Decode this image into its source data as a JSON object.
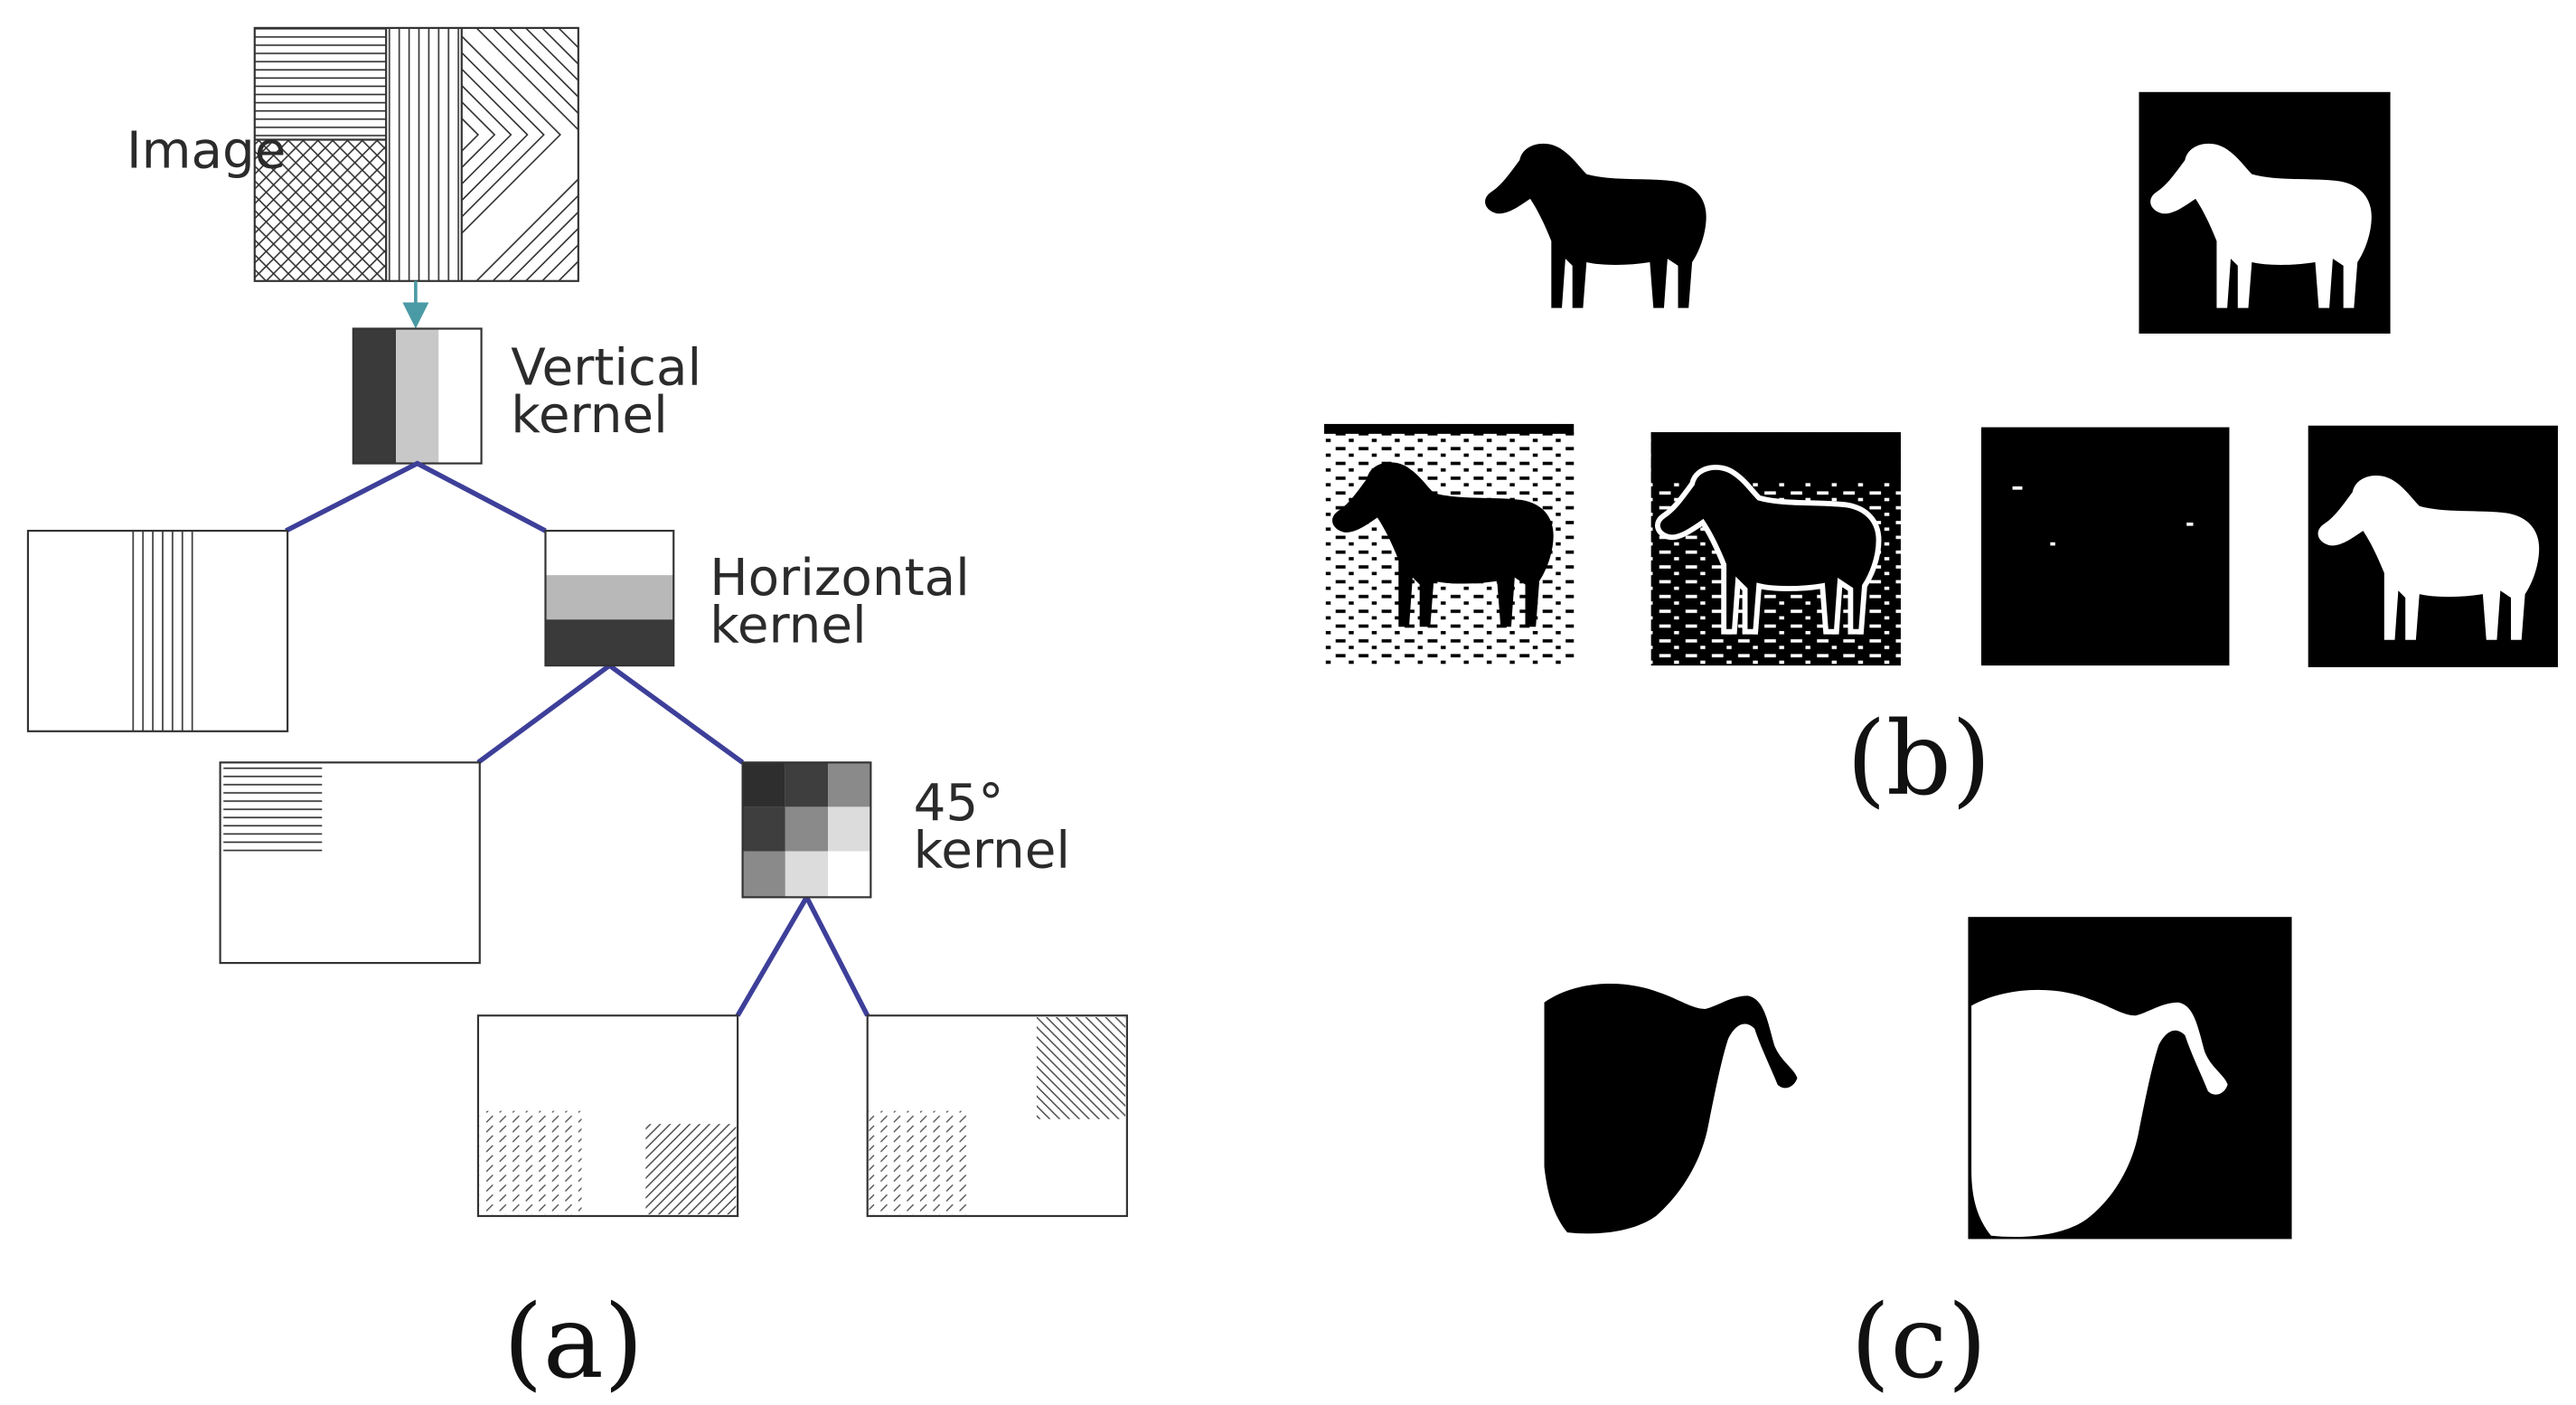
{
  "panel_a": {
    "image_label": "Image",
    "vertical_kernel_label": [
      "Vertical",
      "kernel"
    ],
    "horizontal_kernel_label": [
      "Horizontal",
      "kernel"
    ],
    "diagonal_kernel_label": [
      "45°",
      "kernel"
    ],
    "caption": "(a)",
    "colors": {
      "tree_line": "#3d3f99",
      "arrow": "#4a9aa5"
    }
  },
  "panel_b": {
    "caption": "(b)"
  },
  "panel_c": {
    "caption": "(c)"
  }
}
